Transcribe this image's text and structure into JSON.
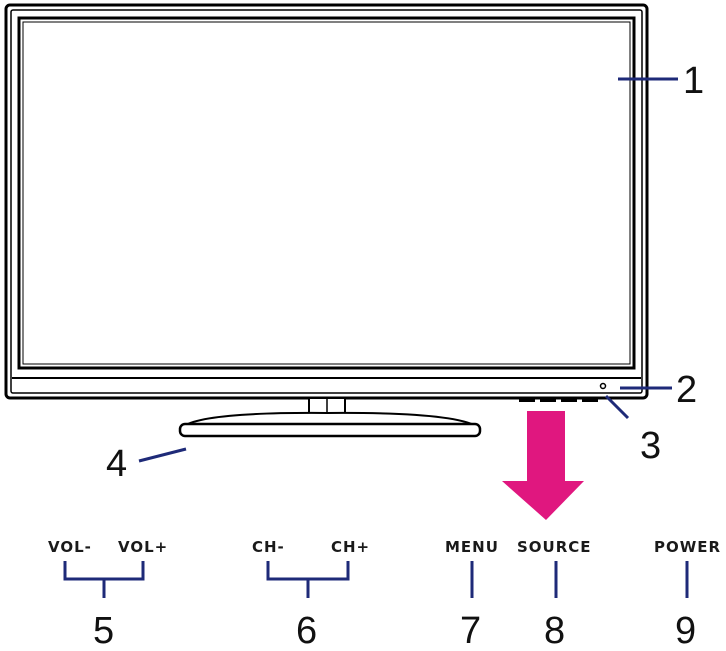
{
  "callouts": {
    "c1": "1",
    "c2": "2",
    "c3": "3",
    "c4": "4",
    "c5": "5",
    "c6": "6",
    "c7": "7",
    "c8": "8",
    "c9": "9"
  },
  "buttons": {
    "vol_minus": "VOL-",
    "vol_plus": "VOL+",
    "ch_minus": "CH-",
    "ch_plus": "CH+",
    "menu": "MENU",
    "source": "SOURCE",
    "power": "POWER"
  },
  "colors": {
    "leader": "#1e2a78",
    "arrow": "#e0177f",
    "outline": "#000000"
  }
}
